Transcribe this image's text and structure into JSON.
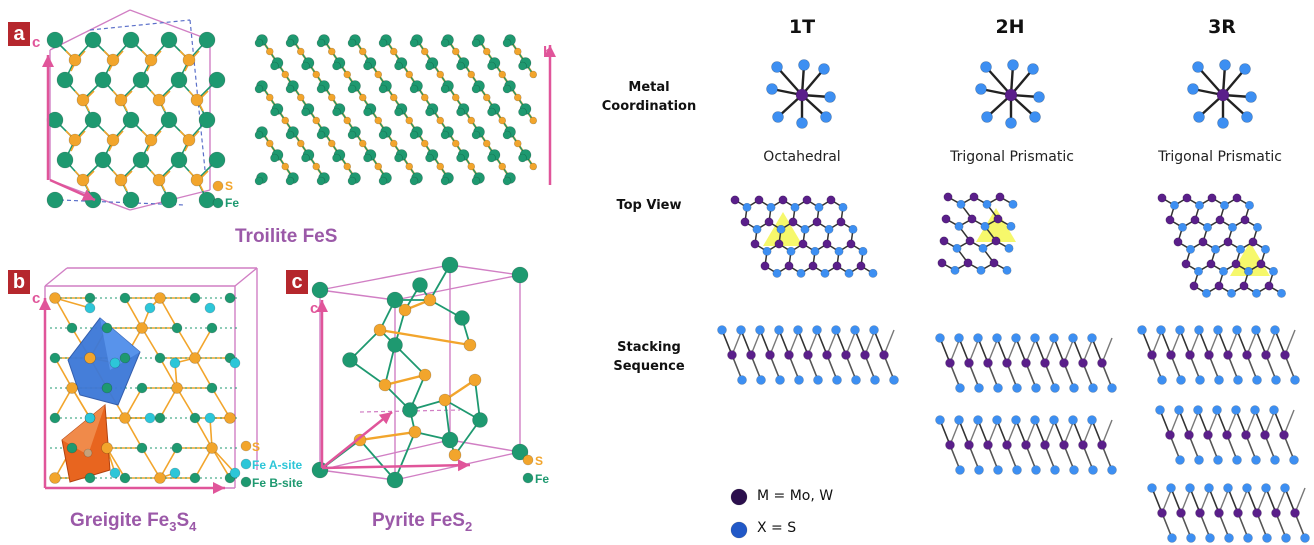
{
  "colors": {
    "sulfur": "#f2a52c",
    "iron": "#1e9970",
    "fe_a_site": "#2dc6d8",
    "axis": "#e0559a",
    "cell": "#d17fc4",
    "metal": "#5a1f8a",
    "chalcogen": "#3d8ff2",
    "caption": "#9b59a8",
    "octahedron": "#3c78d8",
    "tetrahedron": "#e8651f",
    "highlight": "#f3f53a"
  },
  "left": {
    "panel_a": {
      "letter": "a",
      "axis_c": "c",
      "axis_b": "b",
      "legend": [
        "S",
        "Fe"
      ],
      "caption": "Troilite FeS"
    },
    "panel_b": {
      "letter": "b",
      "axis_c": "c",
      "legend": [
        "S",
        "Fe A-site",
        "Fe B-site"
      ],
      "caption_main": "Greigite Fe",
      "caption_sub1": "3",
      "caption_mid": "S",
      "caption_sub2": "4"
    },
    "panel_c": {
      "letter": "c",
      "axis_c": "c",
      "legend": [
        "S",
        "Fe"
      ],
      "caption_main": "Pyrite FeS",
      "caption_sub": "2"
    }
  },
  "right": {
    "columns": [
      "1T",
      "2H",
      "3R"
    ],
    "rows": {
      "coordination": "Metal\nCoordination",
      "top_view": "Top View",
      "stacking": "Stacking\nSequence"
    },
    "coordination_labels": [
      "Octahedral",
      "Trigonal Prismatic",
      "Trigonal Prismatic"
    ],
    "key": {
      "metal": "M = Mo, W",
      "chalcogen": "X  = S"
    }
  }
}
